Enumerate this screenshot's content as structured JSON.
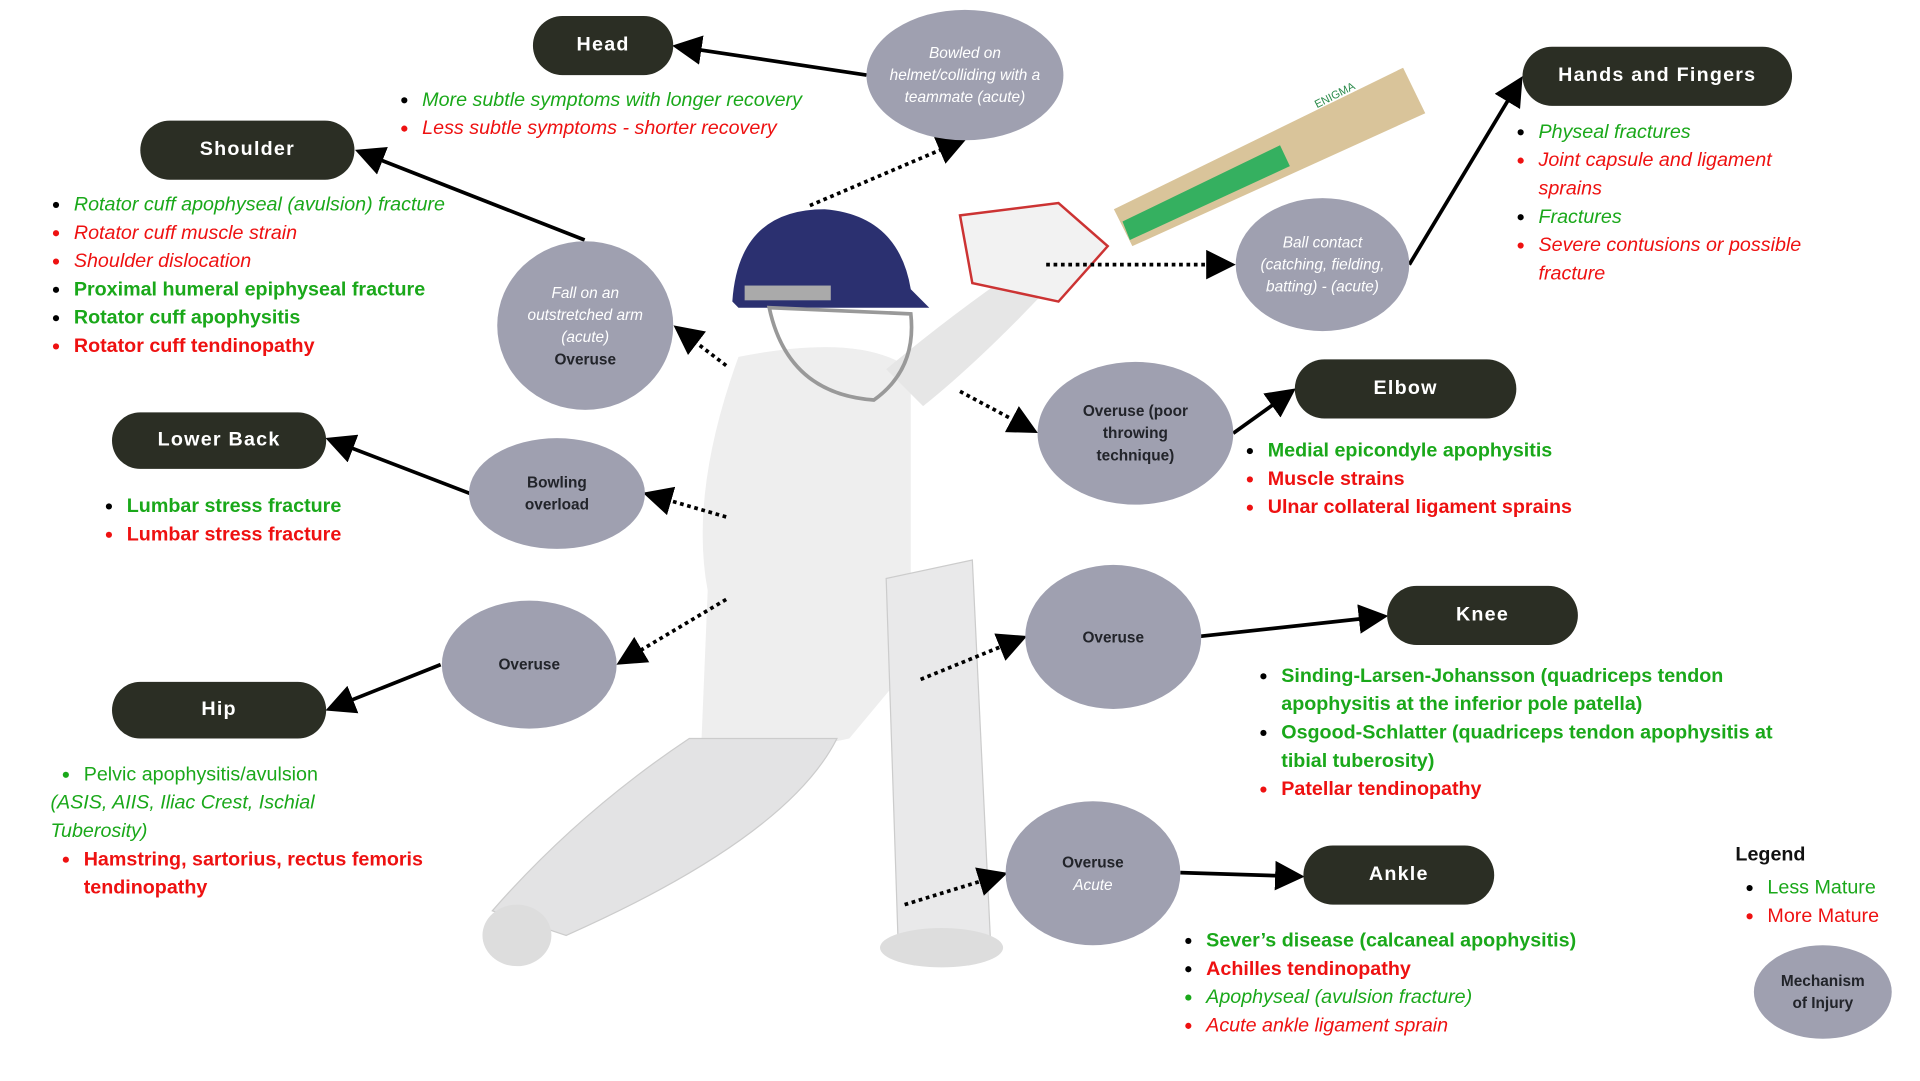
{
  "colors": {
    "pill": "#2b2e24",
    "circle": "#9fa0b0",
    "less_mature": "#1aa81a",
    "more_mature": "#ee1111"
  },
  "regions": {
    "head": {
      "label": "Head",
      "items": [
        {
          "text": "More subtle symptoms with longer recovery",
          "maturity": "less",
          "style": "italic"
        },
        {
          "text": "Less subtle symptoms - shorter recovery",
          "maturity": "more",
          "style": "italic"
        }
      ]
    },
    "hands": {
      "label": "Hands and Fingers",
      "items": [
        {
          "text": "Physeal fractures",
          "maturity": "less",
          "style": "italic"
        },
        {
          "text": "Joint capsule and ligament sprains",
          "maturity": "more",
          "style": "italic"
        },
        {
          "text": "Fractures",
          "maturity": "less",
          "style": "italic"
        },
        {
          "text": "Severe contusions or possible fracture",
          "maturity": "more",
          "style": "italic"
        }
      ]
    },
    "shoulder": {
      "label": "Shoulder",
      "items": [
        {
          "text": "Rotator cuff apophyseal (avulsion) fracture",
          "maturity": "less",
          "style": "italic"
        },
        {
          "text": "Rotator cuff muscle strain",
          "maturity": "more",
          "style": "italic"
        },
        {
          "text": "Shoulder dislocation",
          "maturity": "more",
          "style": "italic"
        },
        {
          "text": "Proximal humeral epiphyseal fracture",
          "maturity": "less",
          "style": "bold"
        },
        {
          "text": "Rotator cuff apophysitis",
          "maturity": "less",
          "style": "bold"
        },
        {
          "text": "Rotator cuff tendinopathy",
          "maturity": "more",
          "style": "bold"
        }
      ]
    },
    "lower_back": {
      "label": "Lower Back",
      "items": [
        {
          "text": "Lumbar stress fracture",
          "maturity": "less",
          "style": "bold"
        },
        {
          "text": "Lumbar stress fracture",
          "maturity": "more",
          "style": "bold"
        }
      ]
    },
    "elbow": {
      "label": "Elbow",
      "items": [
        {
          "text": "Medial epicondyle apophysitis",
          "maturity": "less",
          "style": "bold"
        },
        {
          "text": "Muscle strains",
          "maturity": "more",
          "style": "bold"
        },
        {
          "text": "Ulnar collateral ligament sprains",
          "maturity": "more",
          "style": "bold"
        }
      ]
    },
    "knee": {
      "label": "Knee",
      "items": [
        {
          "text": "Sinding-Larsen-Johansson (quadriceps tendon apophysitis at the inferior pole patella)",
          "maturity": "less",
          "style": "bold"
        },
        {
          "text": "Osgood-Schlatter (quadriceps tendon apophysitis at tibial tuberosity)",
          "maturity": "less",
          "style": "bold"
        },
        {
          "text": "Patellar tendinopathy",
          "maturity": "more",
          "style": "bold"
        }
      ]
    },
    "hip": {
      "label": "Hip",
      "items": [
        {
          "text": "Pelvic apophysitis/avulsion",
          "maturity": "less",
          "style": "normal"
        },
        {
          "text": "Hamstring, sartorius, rectus femoris tendinopathy",
          "maturity": "more",
          "style": "bold"
        }
      ],
      "note": "(ASIS, AIIS, Iliac Crest, Ischial Tuberosity)"
    },
    "ankle": {
      "label": "Ankle",
      "items": [
        {
          "text": "Sever’s disease (calcaneal apophysitis)",
          "maturity": "less",
          "style": "bold"
        },
        {
          "text": "Achilles tendinopathy",
          "maturity": "more",
          "style": "bold"
        },
        {
          "text": "Apophyseal (avulsion fracture)",
          "maturity": "less",
          "style": "italic"
        },
        {
          "text": "Acute ankle ligament sprain",
          "maturity": "more",
          "style": "italic"
        }
      ]
    }
  },
  "mechanisms": {
    "head": {
      "acute": "Bowled on helmet/colliding with a teammate (acute)"
    },
    "hands": {
      "acute": "Ball contact (catching, fielding, batting) - (acute)"
    },
    "shoulder": {
      "acute": "Fall on an outstretched arm (acute)",
      "overuse": "Overuse"
    },
    "lower_back": {
      "overuse": "Bowling overload"
    },
    "elbow": {
      "overuse": "Overuse (poor throwing technique)"
    },
    "knee": {
      "overuse": "Overuse"
    },
    "hip": {
      "overuse": "Overuse"
    },
    "ankle": {
      "overuse": "Overuse",
      "acute": "Acute"
    }
  },
  "legend": {
    "title": "Legend",
    "less": "Less Mature",
    "more": "More Mature",
    "mechanism": "Mechanism of Injury"
  },
  "illustration": {
    "bat_brand": "ENIGMA"
  }
}
